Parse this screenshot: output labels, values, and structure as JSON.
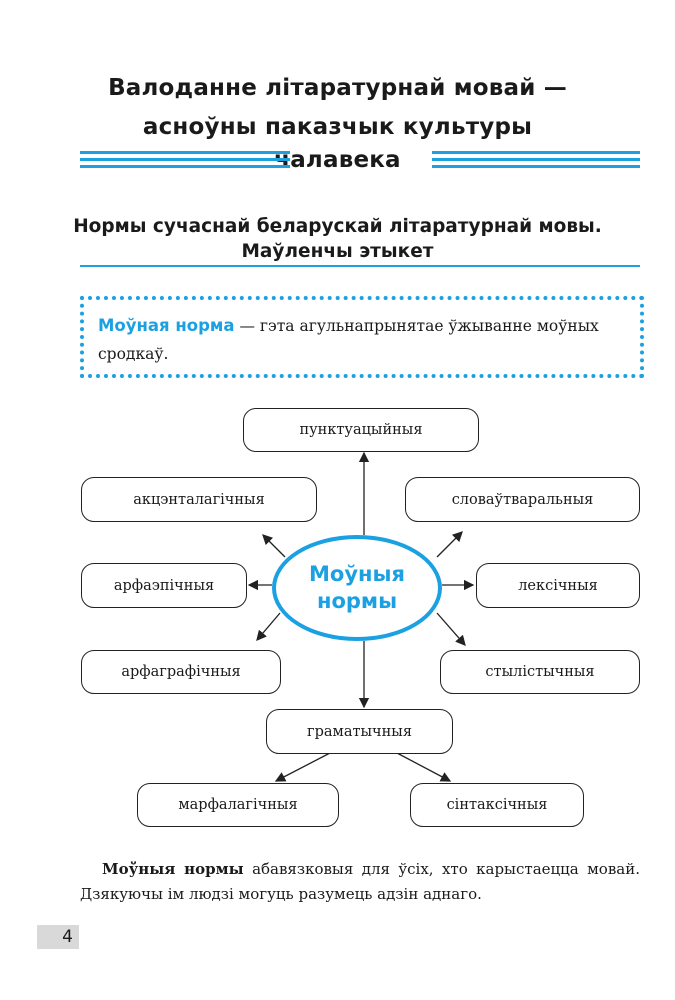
{
  "chapter_title": [
    "Валоданне літаратурнай мовай —",
    "асноўны паказчык культуры",
    "чалавека"
  ],
  "section_title": [
    "Нормы сучаснай беларускай літаратурнай мовы.",
    "Маўленчы этыкет"
  ],
  "definition": {
    "term": "Моўная норма",
    "text": " — гэта агульнапрынятае ўжыванне моўных сродкаў."
  },
  "diagram": {
    "center": [
      "Моўныя",
      "нормы"
    ],
    "nodes": {
      "punctuation": "пунктуацыйныя",
      "accent": "акцэнталагічныя",
      "wordformation": "словаўтваральныя",
      "orthoepy": "арфаэпічныя",
      "lexical": "лексічныя",
      "orthography": "арфаграфічныя",
      "stylistic": "стылістычныя",
      "grammar": "граматычныя",
      "morphology": "марфалагічныя",
      "syntax": "сінтаксічныя"
    }
  },
  "paragraph": {
    "bold": "Моўныя нормы",
    "text": " абавязковыя для ўсіх, хто карыстаецца мовай. Дзякуючы ім людзі могуць разумець адзін аднаго."
  },
  "page_number": "4",
  "colors": {
    "accent": "#1ba1e2"
  }
}
